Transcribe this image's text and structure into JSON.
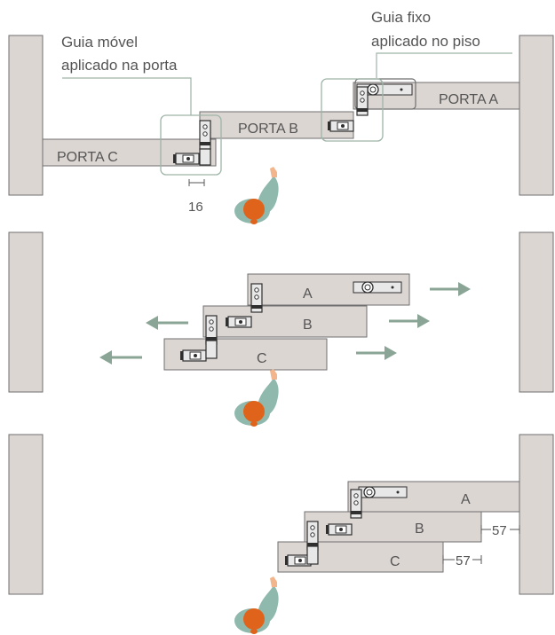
{
  "labels": {
    "movable_guide": [
      "Guia móvel",
      "aplicado na porta"
    ],
    "fixed_guide": [
      "Guia fixo",
      "aplicado no piso"
    ],
    "door_a_full": "PORTA A",
    "door_b_full": "PORTA B",
    "door_c_full": "PORTA C",
    "door_a": "A",
    "door_b": "B",
    "door_c": "C",
    "gap_dimension": "16",
    "offset_dimension_1": "57",
    "offset_dimension_2": "57"
  },
  "colors": {
    "wall": "#dcd6d3",
    "accent_green": "#8aa596",
    "hair": "#e0631c",
    "skin": "#f2b58c",
    "shirt": "#8fb9ad"
  }
}
